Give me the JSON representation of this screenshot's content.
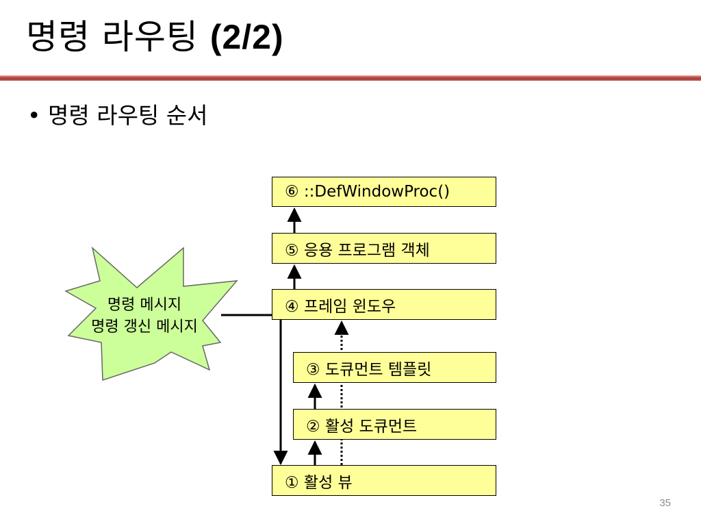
{
  "slide": {
    "title_main": "명령 라우팅",
    "title_suffix": "(2/2)",
    "bullet_marker": "•",
    "bullet_text": "명령 라우팅 순서",
    "page_number": "35"
  },
  "burst": {
    "line1": "명령 메시지",
    "line2": "명령 갱신 메시지",
    "fill_color": "#ccff99"
  },
  "boxes": {
    "step6": "⑥ ::DefWindowProc()",
    "step5": "⑤ 응용 프로그램 객체",
    "step4": "④ 프레임 윈도우",
    "step3": "③ 도큐먼트 템플릿",
    "step2": "② 활성 도큐먼트",
    "step1": "① 활성 뷰"
  },
  "colors": {
    "box_fill": "#ffff99",
    "accent_rule": "#c0504d"
  }
}
